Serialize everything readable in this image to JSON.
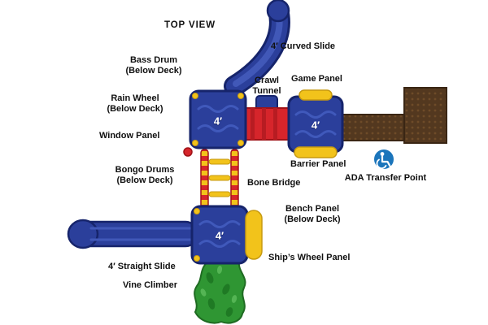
{
  "title": "TOP VIEW",
  "labels": {
    "curved_slide": "4′ Curved Slide",
    "bass_drum": "Bass Drum\n(Below Deck)",
    "crawl_tunnel": "Crawl\nTunnel",
    "game_panel": "Game Panel",
    "rain_wheel": "Rain Wheel\n(Below Deck)",
    "window_panel": "Window Panel",
    "bongo_drums": "Bongo Drums\n(Below Deck)",
    "barrier_panel": "Barrier Panel",
    "bone_bridge": "Bone Bridge",
    "ada_transfer": "ADA Transfer Point",
    "bench_panel": "Bench Panel\n(Below Deck)",
    "straight_slide": "4′ Straight Slide",
    "ships_wheel": "Ship’s Wheel Panel",
    "vine_climber": "Vine Climber"
  },
  "decks": {
    "top_left": "4′",
    "top_right": "4′",
    "bottom": "4′"
  },
  "colors": {
    "deck_blue": "#2B3F9B",
    "deck_outline": "#16246B",
    "red": "#D6252B",
    "yellow": "#F2C31B",
    "brown": "#53381F",
    "green": "#2F9633",
    "ada_blue": "#1B75BB"
  }
}
